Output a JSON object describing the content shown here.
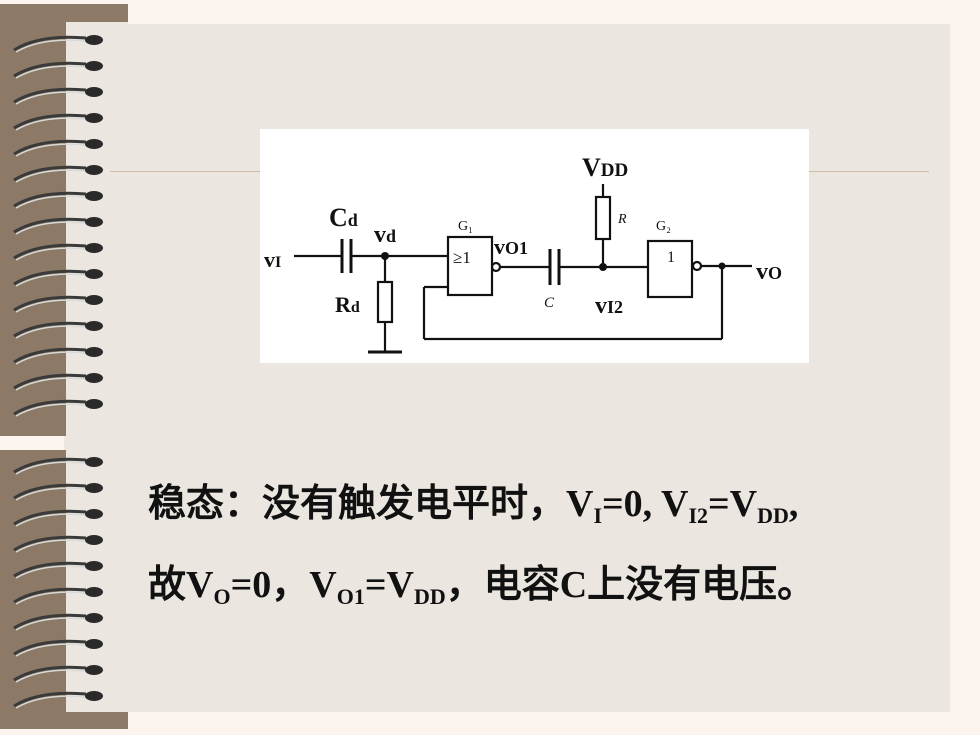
{
  "circuit": {
    "labels": {
      "vdd": "V",
      "vdd_sub": "DD",
      "cd": "C",
      "cd_sub": "d",
      "vd": "v",
      "vd_sub": "d",
      "vi": "v",
      "vi_sub": "I",
      "rd": "R",
      "rd_sub": "d",
      "g1": "G₁",
      "g1_symbol": "≥1",
      "vo1": "v",
      "vo1_sub": "O1",
      "r": "R",
      "g2": "G₂",
      "g2_symbol": "1",
      "c": "C",
      "vi2": "v",
      "vi2_sub": "I2",
      "vo": "v",
      "vo_sub": "O"
    }
  },
  "text": {
    "line1": {
      "prefix": "稳态：没有触发电平时，",
      "v1": "V",
      "v1_sub": "I",
      "eq1": "=0, ",
      "v2": "V",
      "v2_sub": "I2",
      "eq2": "=",
      "v3": "V",
      "v3_sub": "DD",
      "end": ","
    },
    "line2": {
      "prefix": "故",
      "v1": "V",
      "v1_sub": "O",
      "eq1": "=0，",
      "v2": "V",
      "v2_sub": "O1",
      "eq2": "=",
      "v3": "V",
      "v3_sub": "DD",
      "end": "，电容C上没有电压。"
    }
  },
  "colors": {
    "panel": "#ebe6e0",
    "background": "#faf3ee",
    "binding_brown": "#8c7a66",
    "rule": "#cdbfa5",
    "ink": "#111111"
  }
}
